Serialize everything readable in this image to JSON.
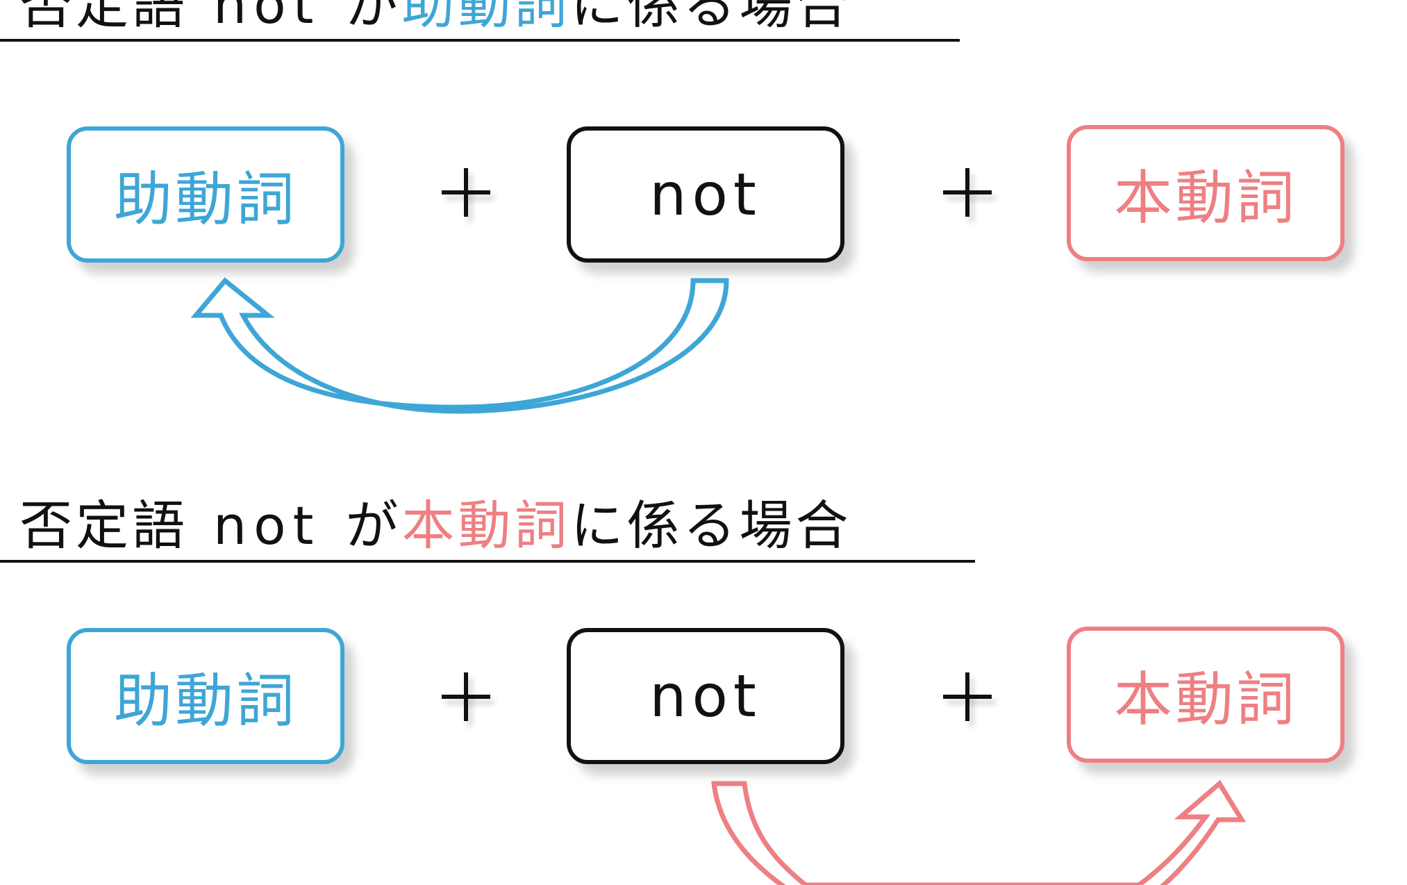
{
  "sections": [
    {
      "heading": {
        "prefix": "否定語",
        "keyword": "not",
        "particle": "が",
        "highlight": "助動詞",
        "suffix": "に係る場合"
      },
      "highlight_color": "#3ea6d6",
      "boxes": {
        "aux": "助動詞",
        "neg": "not",
        "main": "本動詞"
      },
      "arrow_color": "#3ea6d6"
    },
    {
      "heading": {
        "prefix": "否定語",
        "keyword": "not",
        "particle": "が",
        "highlight": "本動詞",
        "suffix": "に係る場合"
      },
      "highlight_color": "#ee7f82",
      "boxes": {
        "aux": "助動詞",
        "neg": "not",
        "main": "本動詞"
      },
      "arrow_color": "#ee7f82"
    }
  ],
  "colors": {
    "aux": "#3ea6d6",
    "neg": "#111111",
    "main": "#ee7f82"
  }
}
